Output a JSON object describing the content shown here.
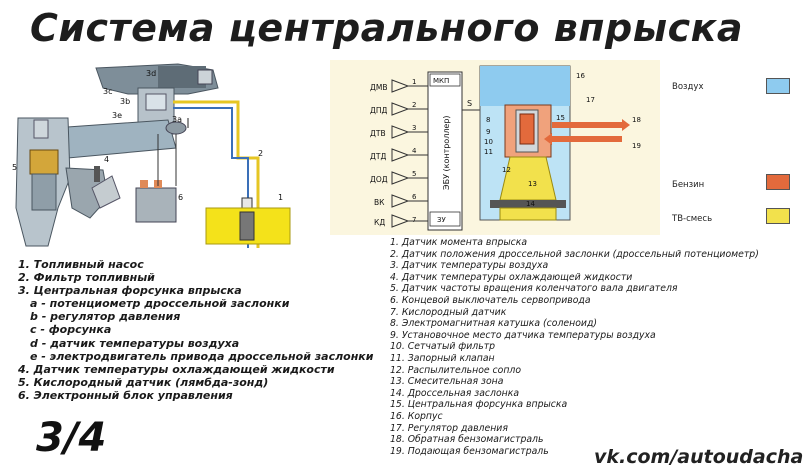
{
  "title": "Система центрального впрыска",
  "page_number": "3/4",
  "watermark": "vk.com/autoudacha",
  "left_figure": {
    "labels": [
      "3d",
      "3c",
      "3b",
      "3e",
      "3a",
      "1",
      "2",
      "4",
      "5",
      "6"
    ]
  },
  "right_figure": {
    "sensors": [
      "ДМВ",
      "ДПД",
      "ДТВ",
      "ДТД",
      "ДОД",
      "ВК",
      "КД"
    ],
    "sensor_numbers": [
      "1",
      "2",
      "3",
      "4",
      "5",
      "6",
      "7"
    ],
    "mkp": "МКП",
    "ecu": "ЭБУ (контроллер)",
    "zu": "ЗУ",
    "s_label": "S",
    "numbers": [
      "8",
      "9",
      "10",
      "11",
      "12",
      "13",
      "14",
      "15",
      "16",
      "17",
      "18",
      "19"
    ]
  },
  "legend": [
    {
      "label": "Воздух",
      "color": "#8ecbef"
    },
    {
      "label": "Бензин",
      "color": "#e36a3c"
    },
    {
      "label": "ТВ-смесь",
      "color": "#f2e14c"
    }
  ],
  "list_left": [
    {
      "text": "1. Топливный насос",
      "sub": false
    },
    {
      "text": "2. Фильтр топливный",
      "sub": false
    },
    {
      "text": "3. Центральная форсунка впрыска",
      "sub": false
    },
    {
      "text": "a - потенциометр дроссельной заслонки",
      "sub": true
    },
    {
      "text": "b - регулятор давления",
      "sub": true
    },
    {
      "text": "c - форсунка",
      "sub": true
    },
    {
      "text": "d - датчик температуры воздуха",
      "sub": true
    },
    {
      "text": "e - электродвигатель привода дроссельной заслонки",
      "sub": true
    },
    {
      "text": "4. Датчик температуры охлаждающей жидкости",
      "sub": false
    },
    {
      "text": "5. Кислородный датчик (лямбда-зонд)",
      "sub": false
    },
    {
      "text": "6. Электронный блок управления",
      "sub": false
    }
  ],
  "list_right": [
    "1. Датчик момента впрыска",
    "2. Датчик положения дроссельной заслонки (дроссельный потенциометр)",
    "3. Датчик температуры воздуха",
    "4. Датчик температуры охлаждающей жидкости",
    "5. Датчик частоты вращения коленчатого вала двигателя",
    "6. Концевой выключатель сервопривода",
    "7. Кислородный датчик",
    "8. Электромагнитная катушка (соленоид)",
    "9. Установочное место датчика температуры воздуха",
    "10. Сетчатый фильтр",
    "11. Запорный клапан",
    "12. Распылительное сопло",
    "13. Смесительная зона",
    "14. Дроссельная заслонка",
    "15. Центральная форсунка впрыска",
    "16. Корпус",
    "17. Регулятор давления",
    "18. Обратная бензомагистраль",
    "19. Подающая бензомагистраль"
  ]
}
